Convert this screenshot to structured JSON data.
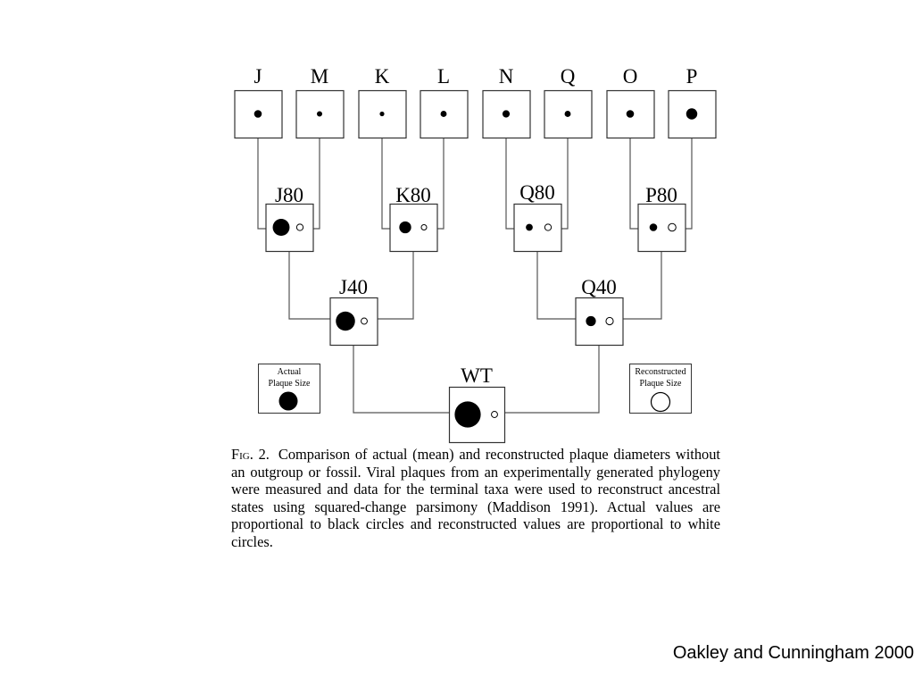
{
  "figure": {
    "terminal_taxa": [
      {
        "label": "J",
        "actual": 1.0
      },
      {
        "label": "M",
        "actual": 0.7
      },
      {
        "label": "K",
        "actual": 0.6
      },
      {
        "label": "L",
        "actual": 0.8
      },
      {
        "label": "N",
        "actual": 0.95
      },
      {
        "label": "Q",
        "actual": 0.8
      },
      {
        "label": "O",
        "actual": 1.0
      },
      {
        "label": "P",
        "actual": 1.45
      }
    ],
    "ancestral_nodes": [
      {
        "label": "J80",
        "actual": 2.2,
        "reconstructed": 0.85
      },
      {
        "label": "K80",
        "actual": 1.55,
        "reconstructed": 0.7
      },
      {
        "label": "Q80",
        "actual": 0.9,
        "reconstructed": 0.85
      },
      {
        "label": "P80",
        "actual": 1.0,
        "reconstructed": 1.0
      },
      {
        "label": "J40",
        "actual": 2.5,
        "reconstructed": 0.8
      },
      {
        "label": "Q40",
        "actual": 1.3,
        "reconstructed": 0.95
      },
      {
        "label": "WT",
        "actual": 3.4,
        "reconstructed": 0.8
      }
    ],
    "legend_actual": {
      "line1": "Actual",
      "line2": "Plaque Size"
    },
    "legend_reconstructed": {
      "line1": "Reconstructed",
      "line2": "Plaque Size"
    }
  },
  "caption": {
    "fig_label": "Fig. 2.",
    "text": "Comparison of actual (mean) and reconstructed plaque diameters without an outgroup or fossil. Viral plaques from an experimentally generated phylogeny were measured and data for the terminal taxa were used to reconstruct ancestral states using squared-change parsimony (Maddison 1991). Actual values are proportional to black circles and reconstructed values are proportional to white circles."
  },
  "credit": "Oakley and Cunningham 2000"
}
